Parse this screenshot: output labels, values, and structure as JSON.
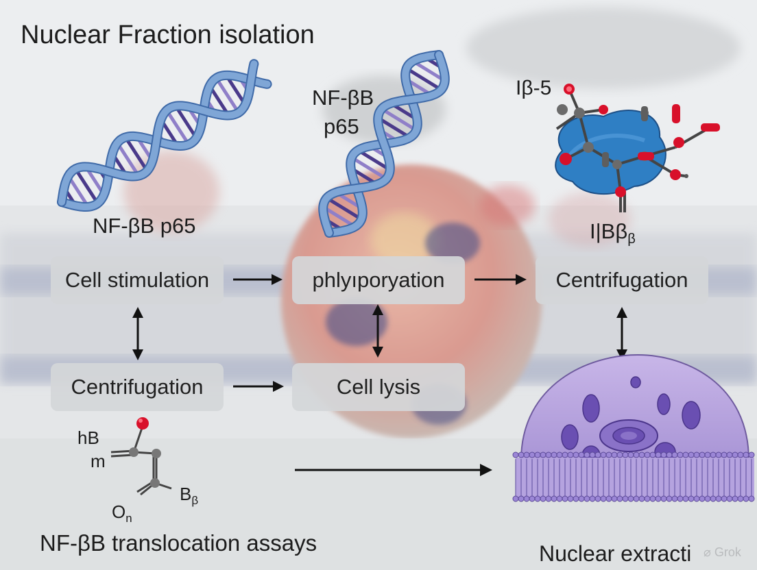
{
  "title": "Nuclear Fraction isolation",
  "dna_labels": {
    "left": "NF-βB p65",
    "middle_line1": "NF-βB",
    "middle_line2": "p65"
  },
  "protein_labels": {
    "top": "Iβ-5",
    "bottom_main": "I|Bβ",
    "bottom_sub": "β"
  },
  "boxes": {
    "cell_stimulation": "Cell stimulation",
    "phosphorylation": "phlyıporyation",
    "centrifugation_top": "Centrifugation",
    "centrifugation_bottom": "Centrifugation",
    "cell_lysis": "Cell lysis"
  },
  "molecule_labels": {
    "hb": "hB",
    "m": "m",
    "o": "O",
    "o_sub": "n",
    "b": "B",
    "b_sub": "β"
  },
  "bottom_labels": {
    "assays": "NF-βB translocation assays",
    "nuclear": "Nuclear extracti"
  },
  "watermark": "Grok",
  "colors": {
    "dna_blue": "#7fa6d6",
    "dna_rung": "#4a3a8a",
    "protein_blue": "#2f7fc4",
    "atom_red": "#d8102a",
    "nucleus_purple": "#b7a3de",
    "box_gray": "#d4d6d8"
  }
}
